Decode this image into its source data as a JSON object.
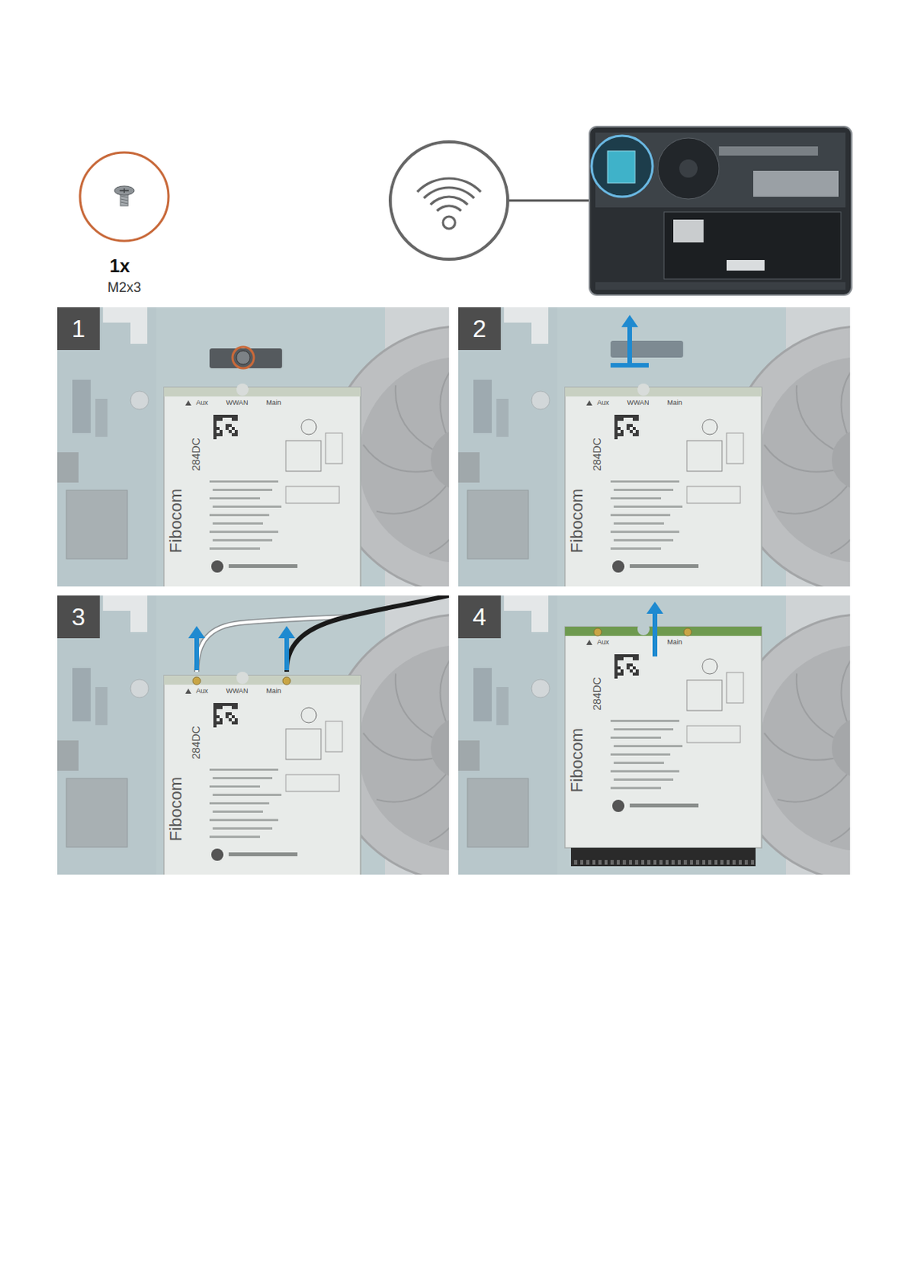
{
  "diagram": {
    "nodes": [
      {
        "text": [
          "1"
        ]
      },
      {
        "text": [
          "2"
        ]
      },
      {
        "text": [
          "3"
        ]
      },
      {
        "text": [
          "4"
        ]
      }
    ],
    "labels": [
      "1x",
      "M2x3",
      "Aux",
      "WWAN",
      "Main",
      "284DC",
      "Fibocom",
      "Aux",
      "WWAN",
      "Main",
      "284DC",
      "Fibocom",
      "Aux",
      "WWAN",
      "Main",
      "284DC",
      "Fibocom",
      "Aux",
      "Main",
      "284DC",
      "Fibocom"
    ]
  }
}
